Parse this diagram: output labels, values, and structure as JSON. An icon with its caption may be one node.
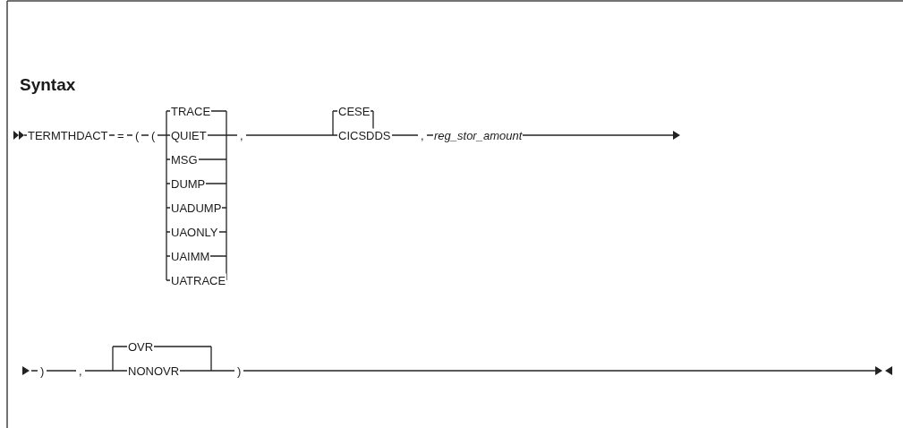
{
  "diagram": {
    "title": "Syntax",
    "labels": [
      "TRACE",
      "CESE",
      "TERMTHDACT",
      "=",
      "(",
      "(",
      "QUIET",
      ",",
      "CICSDDS",
      ",",
      "reg_stor_amount",
      "MSG",
      "DUMP",
      "UADUMP",
      "UAONLY",
      "UAIMM",
      "UATRACE",
      "OVR",
      ")",
      ",",
      "NONOVR",
      ")"
    ]
  }
}
